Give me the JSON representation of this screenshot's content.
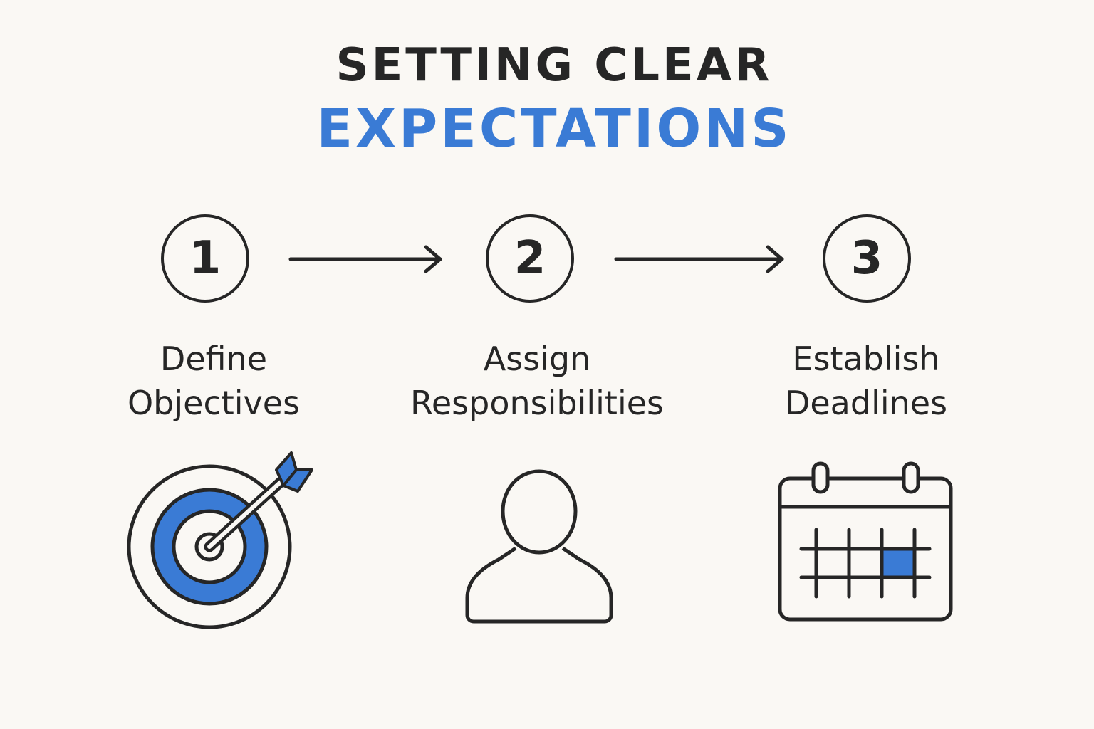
{
  "title": {
    "line1": "SETTING CLEAR",
    "line2": "EXPECTATIONS"
  },
  "colors": {
    "background": "#faf8f4",
    "ink": "#262626",
    "accent": "#3a7bd5"
  },
  "steps": [
    {
      "number": "1",
      "label_line1": "Define",
      "label_line2": "Objectives",
      "icon": "target-icon"
    },
    {
      "number": "2",
      "label_line1": "Assign",
      "label_line2": "Responsibilities",
      "icon": "person-icon"
    },
    {
      "number": "3",
      "label_line1": "Establish",
      "label_line2": "Deadlines",
      "icon": "calendar-icon"
    }
  ]
}
